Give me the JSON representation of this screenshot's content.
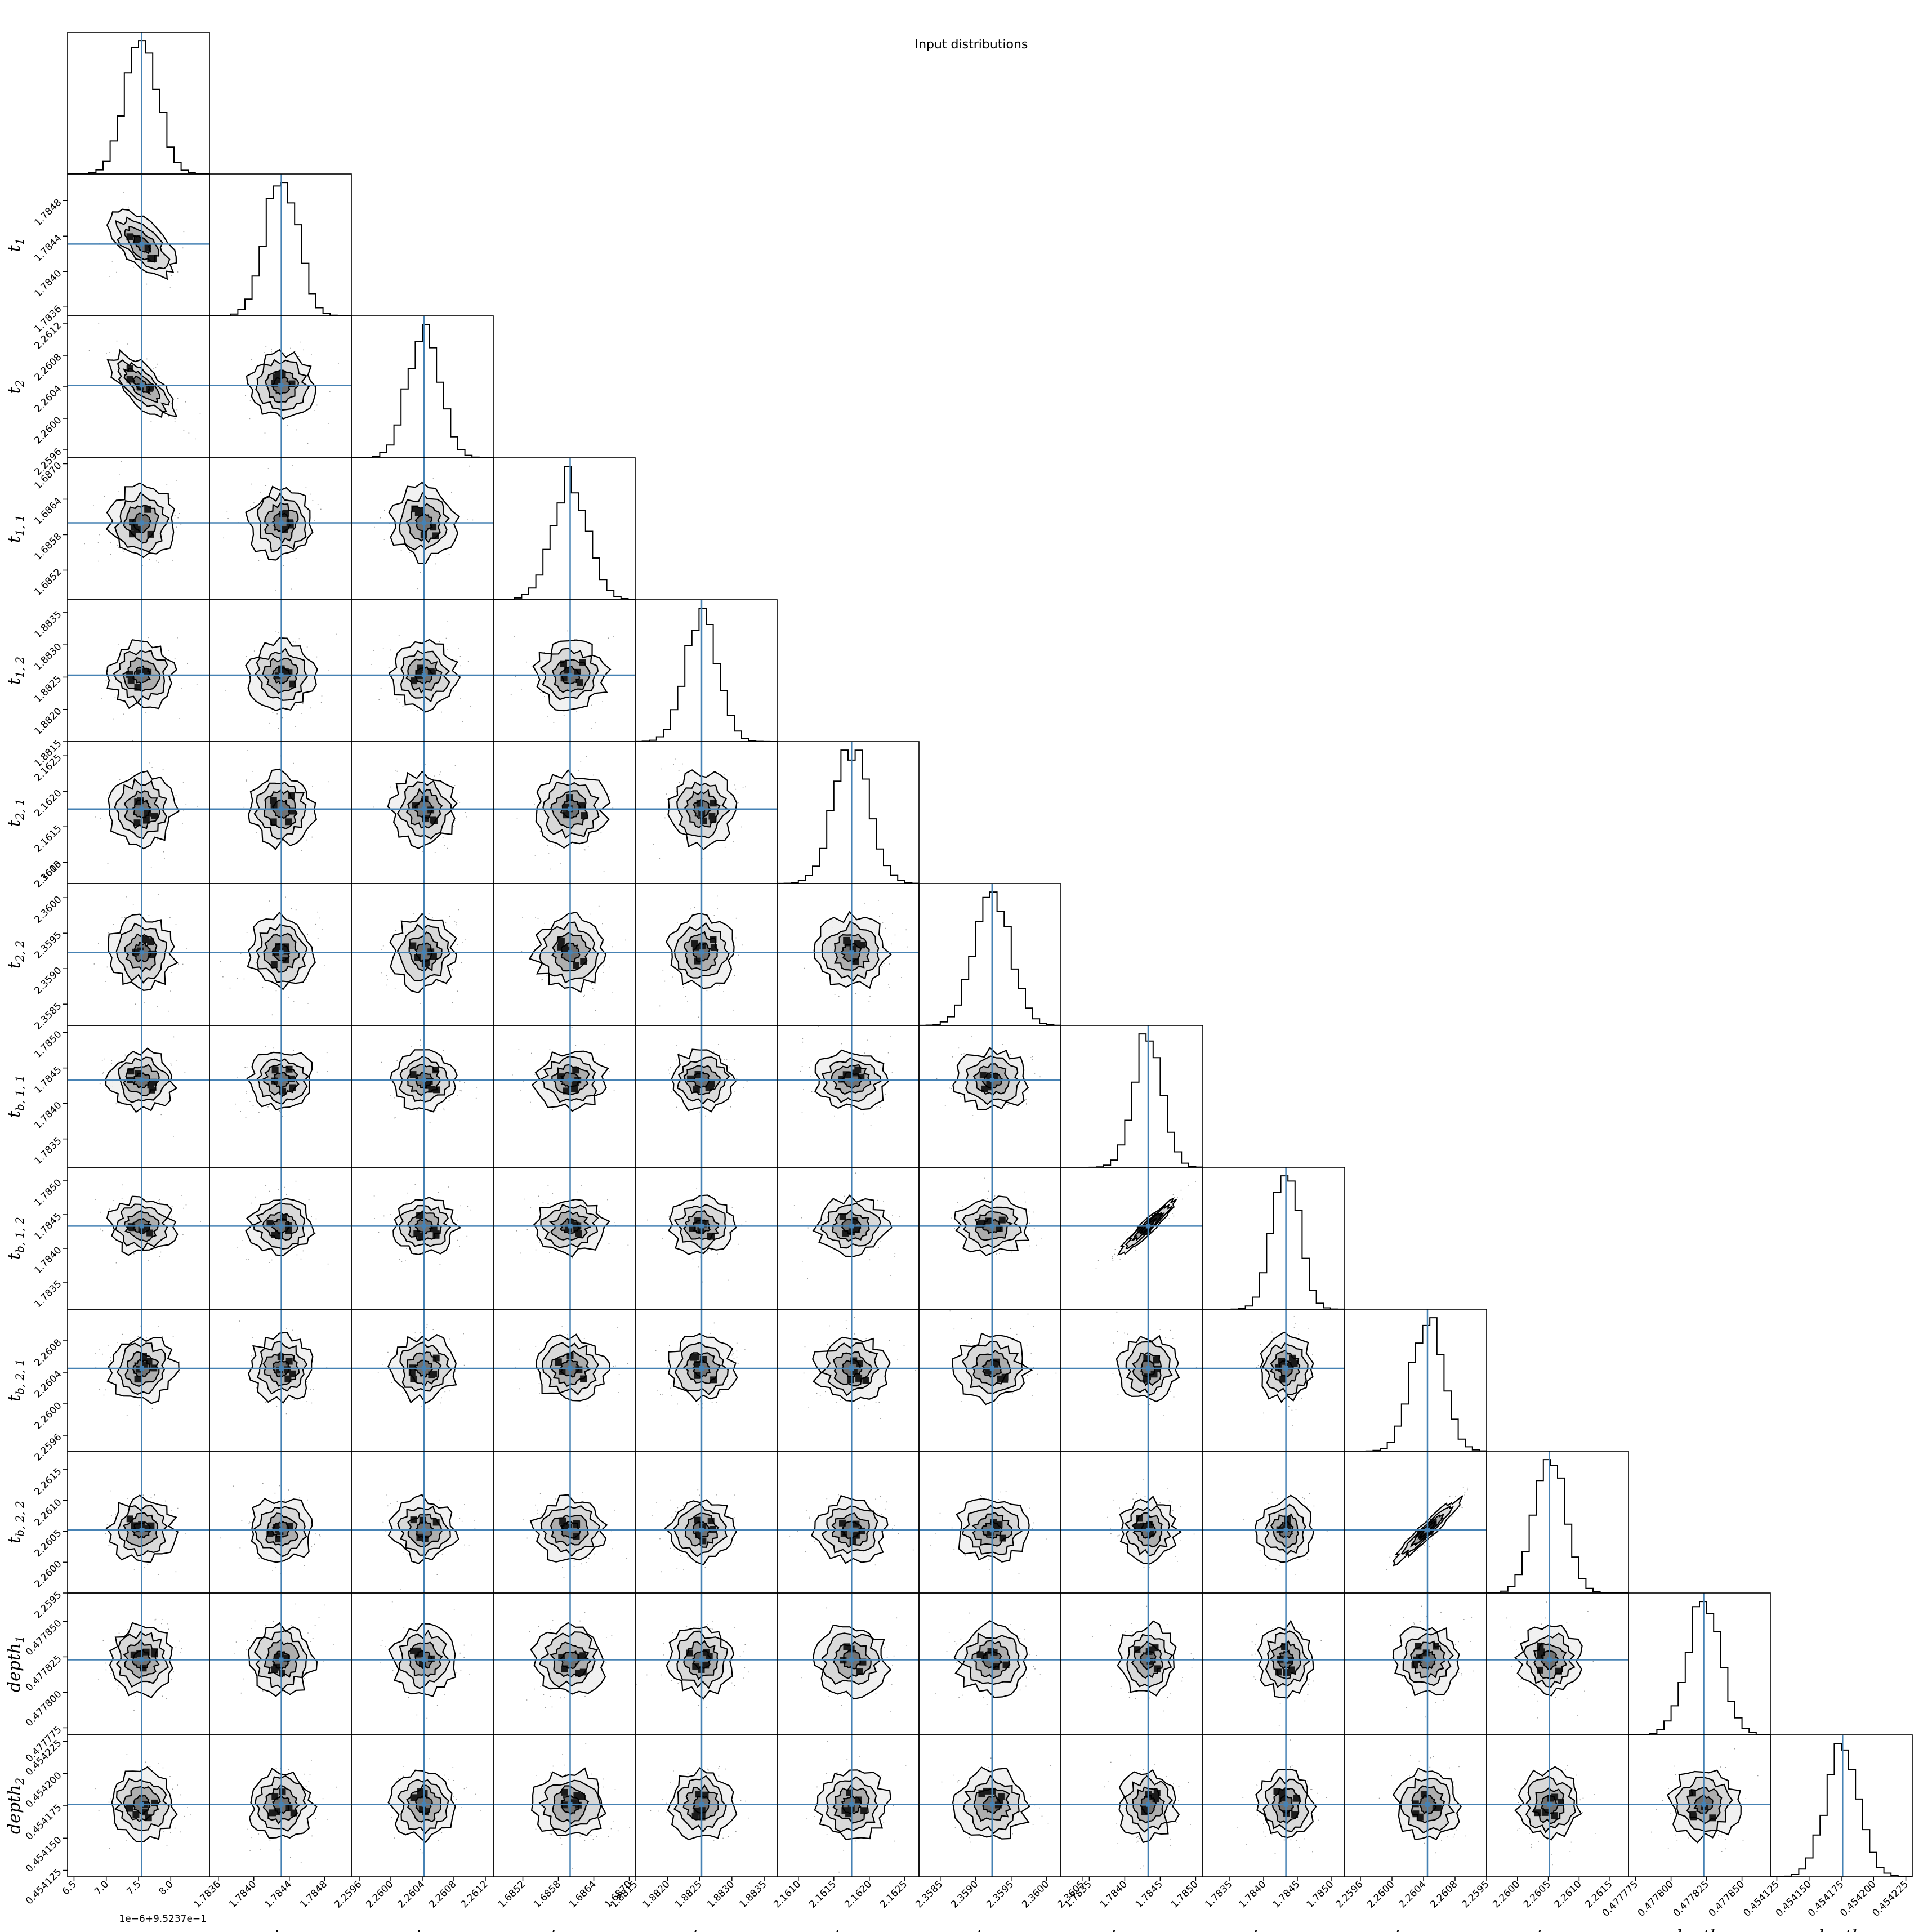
{
  "title": "Input distributions",
  "chart_data": {
    "type": "corner",
    "title": "Input distributions",
    "parameters": [
      {
        "name": "p_orb",
        "label_main": "p",
        "label_sub": "orb",
        "truth": 7.55,
        "range": [
          6.4,
          8.6
        ],
        "ticks": [
          6.5,
          7.0,
          7.5,
          8.0
        ],
        "tick_labels": [
          "6.5",
          "7.0",
          "7.5",
          "8.0"
        ],
        "offset_text": "1e−6+9.5237e−1",
        "spread": 0.25
      },
      {
        "name": "t_1",
        "label_main": "t",
        "label_sub": "1",
        "truth": 1.78431,
        "range": [
          1.7835,
          1.7851
        ],
        "ticks": [
          1.7836,
          1.784,
          1.7844,
          1.7848
        ],
        "tick_labels": [
          "1.7836",
          "1.7840",
          "1.7844",
          "1.7848"
        ],
        "spread": 0.00018
      },
      {
        "name": "t_2",
        "label_main": "t",
        "label_sub": "2",
        "truth": 2.26042,
        "range": [
          2.2595,
          2.2613
        ],
        "ticks": [
          2.2596,
          2.26,
          2.2604,
          2.2608,
          2.2612
        ],
        "tick_labels": [
          "2.2596",
          "2.2600",
          "2.2604",
          "2.2608",
          "2.2612"
        ],
        "spread": 0.0002
      },
      {
        "name": "t_1,1",
        "label_main": "t",
        "label_sub": "1, 1",
        "truth": 1.686,
        "range": [
          1.6847,
          1.6871
        ],
        "ticks": [
          1.6852,
          1.6858,
          1.6864,
          1.687
        ],
        "tick_labels": [
          "1.6852",
          "1.6858",
          "1.6864",
          "1.6870"
        ],
        "spread": 0.0003
      },
      {
        "name": "t_1,2",
        "label_main": "t",
        "label_sub": "1, 2",
        "truth": 1.88253,
        "range": [
          1.8815,
          1.8837
        ],
        "ticks": [
          1.8815,
          1.882,
          1.8825,
          1.883,
          1.8835
        ],
        "tick_labels": [
          "1.8815",
          "1.8820",
          "1.8825",
          "1.8830",
          "1.8835"
        ],
        "spread": 0.00025
      },
      {
        "name": "t_2,1",
        "label_main": "t",
        "label_sub": "2, 1",
        "truth": 2.16175,
        "range": [
          2.1607,
          2.1627
        ],
        "ticks": [
          2.161,
          2.1615,
          2.162,
          2.1625
        ],
        "tick_labels": [
          "2.1610",
          "2.1615",
          "2.1620",
          "2.1625"
        ],
        "spread": 0.00025
      },
      {
        "name": "t_2,2",
        "label_main": "t",
        "label_sub": "2, 2",
        "truth": 2.35923,
        "range": [
          2.3582,
          2.3602
        ],
        "ticks": [
          2.3585,
          2.359,
          2.3595,
          2.36,
          2.3605
        ],
        "tick_labels": [
          "2.3585",
          "2.3590",
          "2.3595",
          "2.3600",
          "2.3605"
        ],
        "spread": 0.00025
      },
      {
        "name": "t_b,1,1",
        "label_main": "t",
        "label_sub": "b, 1, 1",
        "truth": 1.78433,
        "range": [
          1.7831,
          1.7851
        ],
        "ticks": [
          1.7835,
          1.784,
          1.7845,
          1.785
        ],
        "tick_labels": [
          "1.7835",
          "1.7840",
          "1.7845",
          "1.7850"
        ],
        "spread": 0.0002
      },
      {
        "name": "t_b,1,2",
        "label_main": "t",
        "label_sub": "b, 1, 2",
        "truth": 1.78433,
        "range": [
          1.7831,
          1.7852
        ],
        "ticks": [
          1.7835,
          1.784,
          1.7845,
          1.785
        ],
        "tick_labels": [
          "1.7835",
          "1.7840",
          "1.7845",
          "1.7850"
        ],
        "spread": 0.0002
      },
      {
        "name": "t_b,2,1",
        "label_main": "t",
        "label_sub": "b, 2, 1",
        "truth": 2.26045,
        "range": [
          2.2594,
          2.2612
        ],
        "ticks": [
          2.2596,
          2.26,
          2.2604,
          2.2608
        ],
        "tick_labels": [
          "2.2596",
          "2.2600",
          "2.2604",
          "2.2608"
        ],
        "spread": 0.0002
      },
      {
        "name": "t_b,2,2",
        "label_main": "t",
        "label_sub": "b, 2, 2",
        "truth": 2.26052,
        "range": [
          2.2595,
          2.2618
        ],
        "ticks": [
          2.2595,
          2.26,
          2.2605,
          2.261,
          2.2615
        ],
        "tick_labels": [
          "2.2595",
          "2.2600",
          "2.2605",
          "2.2610",
          "2.2615"
        ],
        "spread": 0.00025
      },
      {
        "name": "depth_1",
        "label_main": "depth",
        "label_sub": "1",
        "truth": 0.477823,
        "range": [
          0.47777,
          0.47787
        ],
        "ticks": [
          0.477775,
          0.4778,
          0.477825,
          0.47785
        ],
        "tick_labels": [
          "0.477775",
          "0.477800",
          "0.477825",
          "0.477850"
        ],
        "spread": 1.2e-05
      },
      {
        "name": "depth_2",
        "label_main": "depth",
        "label_sub": "2",
        "truth": 0.454176,
        "range": [
          0.45412,
          0.45423
        ],
        "ticks": [
          0.454125,
          0.45415,
          0.454175,
          0.4542,
          0.454225
        ],
        "tick_labels": [
          "0.454125",
          "0.454150",
          "0.454175",
          "0.454200",
          "0.454225"
        ],
        "spread": 1.3e-05
      }
    ],
    "correlations": [
      {
        "i": 1,
        "j": 0,
        "rho": -0.6
      },
      {
        "i": 2,
        "j": 0,
        "rho": -0.7
      },
      {
        "i": 8,
        "j": 7,
        "rho": 0.95
      },
      {
        "i": 10,
        "j": 9,
        "rho": 0.95
      }
    ],
    "contour_levels": [
      "0.5σ",
      "1σ",
      "1.5σ",
      "2σ"
    ],
    "colors": {
      "truth": "#4682b4",
      "contour": "#000000",
      "histogram": "#000000",
      "density": "#808080"
    }
  }
}
